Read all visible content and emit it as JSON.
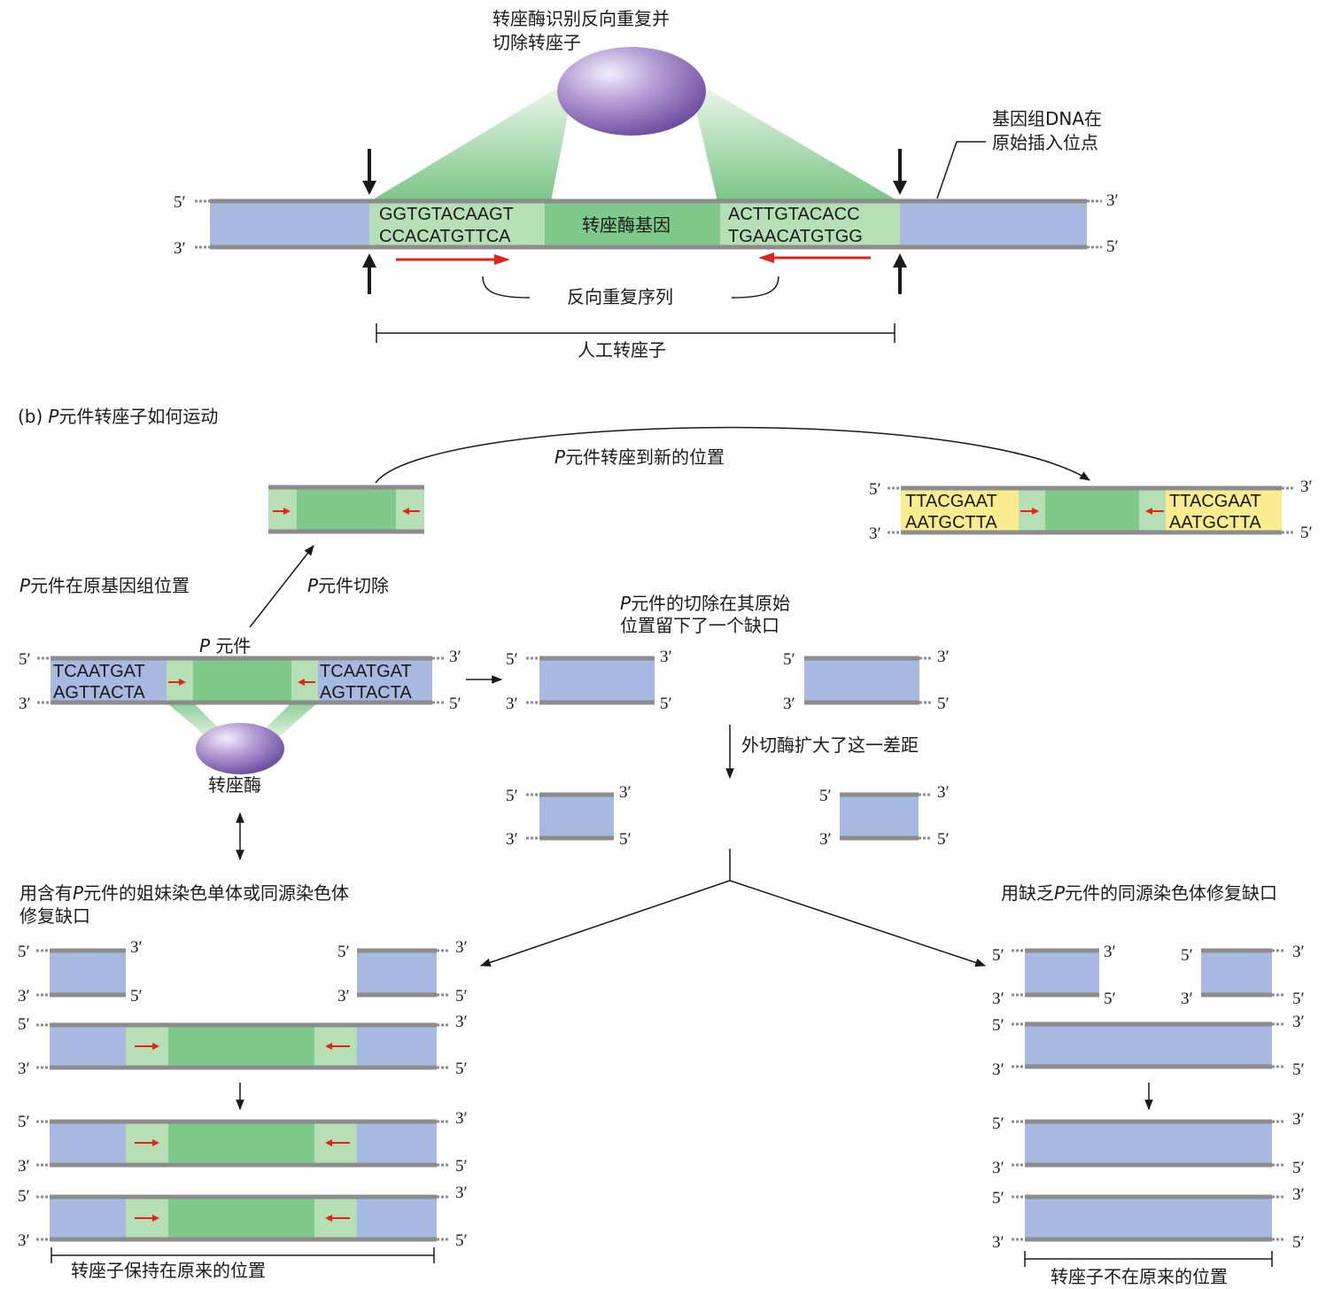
{
  "panel_a": {
    "enzyme_label_line1": "转座酶识别反向重复并",
    "enzyme_label_line2": "切除转座子",
    "site_label_line1": "基因组DNA在",
    "site_label_line2": "原始插入位点",
    "left_seq_top": "GGTGTACAAGT",
    "left_seq_bottom": "CCACATGTTCA",
    "gene_label": "转座酶基因",
    "right_seq_top": "ACTTGTACACC",
    "right_seq_bottom": "TGAACATGTGG",
    "inverted_repeats_label": "反向重复序列",
    "artificial_label": "人工转座子"
  },
  "ends": {
    "five": "5′",
    "three": "3′"
  },
  "panel_b": {
    "title_prefix": "(b)",
    "title_p": "P",
    "title_rest": "元件转座子如何运动",
    "transpose_p": "P",
    "transpose_label": "元件转座到新的位置",
    "new_site_seq_top": "TTACGAAT",
    "new_site_seq_bottom": "AATGCTTA",
    "orig_pos_p": "P",
    "orig_pos_label": "元件在原基因组位置",
    "excision_p": "P",
    "excision_label": "元件切除",
    "p_element_p": "P",
    "p_element_label": " 元件",
    "orig_seq_top": "TCAATGAT",
    "orig_seq_bottom": "AGTTACTA",
    "transposase_label": "转座酶",
    "gap_p": "P",
    "gap_label_line1": "元件的切除在其原始",
    "gap_label_line2": "位置留下了一个缺口",
    "exonuclease_label": "外切酶扩大了这一差距",
    "left_repair_prefix": "用含有",
    "left_repair_p": "P",
    "left_repair_rest": "元件的姐妹染色单体或同源染色体",
    "left_repair_line2": "修复缺口",
    "right_repair_prefix": "用缺乏",
    "right_repair_p": "P",
    "right_repair_rest": "元件的同源染色体修复缺口",
    "left_result": "转座子保持在原来的位置",
    "right_result": "转座子不在原来的位置"
  },
  "colors": {
    "flank_blue": "#a7b9e1",
    "inverted_repeat_green": "#b7dfb6",
    "gene_green": "#7fc98a",
    "target_yellow": "#fbec8f",
    "strand_gray": "#8c8c8c",
    "arrow_red": "#e2231a",
    "enzyme_purple": "#9d83c4"
  }
}
